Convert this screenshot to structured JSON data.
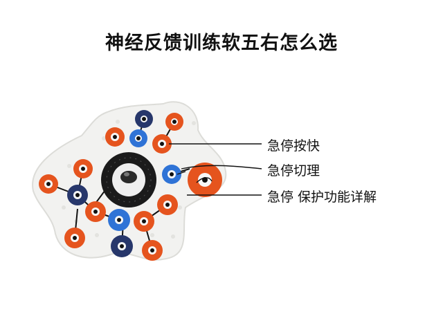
{
  "title": "神经反馈训练软五右怎么选",
  "callouts": [
    {
      "label": "急停按快"
    },
    {
      "label": "急停切理"
    },
    {
      "label": "急停 保护功能详解"
    }
  ],
  "colors": {
    "board": "#f2f2f0",
    "orange": "#e5541e",
    "blue": "#2f73d6",
    "navy": "#27376b",
    "ring": "#1b1b1b",
    "leader": "#111111"
  },
  "icons": [
    "knob-icon"
  ]
}
